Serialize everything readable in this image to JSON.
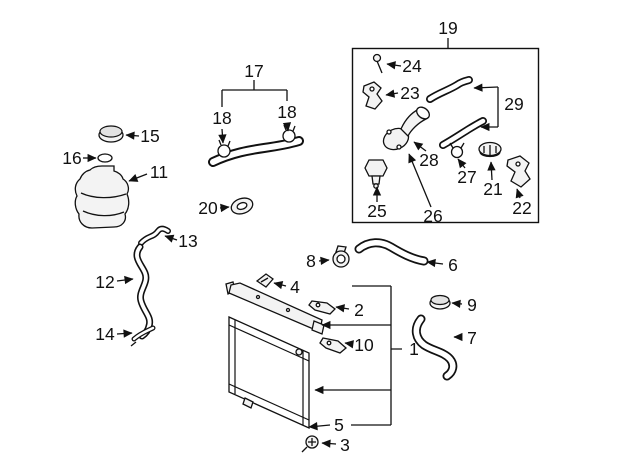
{
  "diagram": {
    "colors": {
      "background": "#ffffff",
      "line": "#111111",
      "part_fill": "#f3f3f3"
    },
    "labels": {
      "n1": "1",
      "n2": "2",
      "n3": "3",
      "n4": "4",
      "n5": "5",
      "n6": "6",
      "n7": "7",
      "n8": "8",
      "n9": "9",
      "n10": "10",
      "n11": "11",
      "n12": "12",
      "n13": "13",
      "n14": "14",
      "n15": "15",
      "n16": "16",
      "n17": "17",
      "n18a": "18",
      "n18b": "18",
      "n19": "19",
      "n20": "20",
      "n21": "21",
      "n22": "22",
      "n23": "23",
      "n24": "24",
      "n25": "25",
      "n26": "26",
      "n27": "27",
      "n28": "28",
      "n29": "29"
    },
    "parts": {
      "1": "radiator-assembly",
      "2": "mounting-bracket",
      "3": "drain-plug",
      "4": "clip",
      "5": "radiator-lower-mount",
      "6": "upper-radiator-hose",
      "7": "lower-radiator-hose",
      "8": "fitting",
      "9": "radiator-cap",
      "10": "mounting-bracket",
      "11": "coolant-reservoir-tank",
      "12": "reservoir-hose",
      "13": "hose",
      "14": "hose-clamp",
      "15": "reservoir-cap",
      "16": "seal-ring",
      "17": "radiator-hose",
      "18": "hose-clamp",
      "19": "thermostat-housing-assembly",
      "20": "gasket",
      "21": "thermostat",
      "22": "bracket",
      "23": "bracket",
      "24": "bolt",
      "25": "sensor",
      "26": "water-outlet",
      "27": "clamp",
      "28": "water-outlet-housing",
      "29": "heater-hoses"
    }
  }
}
